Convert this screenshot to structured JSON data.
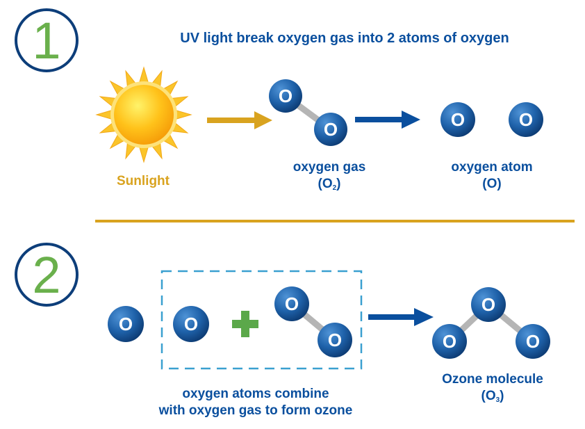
{
  "steps": {
    "step1_number": "1",
    "step2_number": "2"
  },
  "step1": {
    "heading": "UV light break oxygen gas into 2 atoms of oxygen",
    "sun_label": "Sunlight",
    "oxygen_gas_label": "oxygen gas",
    "oxygen_gas_formula_main": "O",
    "oxygen_gas_formula_sub": "2",
    "oxygen_atom_label": "oxygen atom",
    "oxygen_atom_formula": "(O)"
  },
  "step2": {
    "combine_line1": "oxygen atoms combine",
    "combine_line2": "with oxygen gas to form ozone",
    "ozone_label": "Ozone molecule",
    "ozone_formula_main": "O",
    "ozone_formula_sub": "3"
  },
  "atom_letter": "O",
  "colors": {
    "text_blue": "#0a4f9e",
    "number_green": "#6ab04c",
    "circle_outline": "#0d3e7a",
    "gold": "#d9a31f",
    "atom_blue": "#1c5fa6",
    "bond_gray": "#b5b5b5",
    "plus_green": "#5ba84a",
    "dashed_box": "#3aa0d0"
  }
}
